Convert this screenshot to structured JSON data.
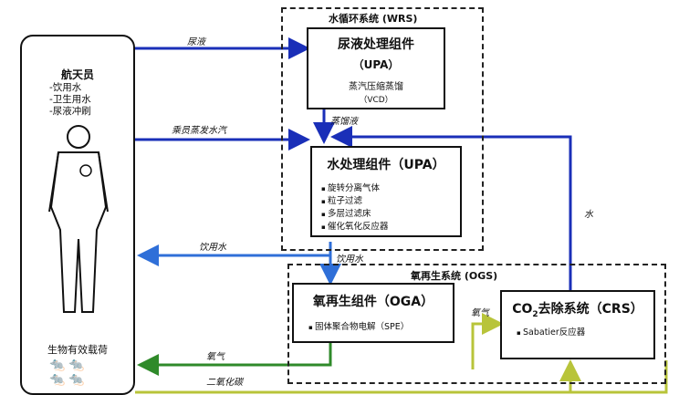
{
  "crew": {
    "title": "航天员",
    "items": [
      "-饮用水",
      "-卫生用水",
      "-尿液冲刷"
    ],
    "bio_payload": "生物有效载荷"
  },
  "wrs": {
    "title": "水循环系统 (WRS)",
    "upa_top": {
      "title": "尿液处理组件",
      "subtitle": "（UPA）",
      "line1": "蒸汽压缩蒸馏",
      "line2": "（VCD）"
    },
    "upa_water": {
      "title": "水处理组件（UPA）",
      "bullets": [
        "旋转分离气体",
        "粒子过滤",
        "多层过滤床",
        "催化氧化反应器"
      ]
    }
  },
  "ogs": {
    "title": "氧再生系统 (OGS)",
    "oga": {
      "title": "氧再生组件（OGA）",
      "bullets": [
        "固体聚合物电解（SPE）"
      ]
    },
    "crs": {
      "title_prefix": "CO",
      "title_sub": "2",
      "title_suffix": "去除系统（CRS）",
      "bullets": [
        "Sabatier反应器"
      ]
    }
  },
  "flows": {
    "urine": "尿液",
    "crew_vapor": "乘员蒸发水汽",
    "distillate": "蒸馏液",
    "drinking_water_left": "饮用水",
    "drinking_water_down": "饮用水",
    "water": "水",
    "oxygen_mid": "氧气",
    "oxygen_left": "氧气",
    "co2": "二氧化碳"
  },
  "colors": {
    "blue": "#1a2fb8",
    "lightblue": "#2f6fd8",
    "green": "#2f8a2a",
    "olive": "#b8c43a"
  }
}
